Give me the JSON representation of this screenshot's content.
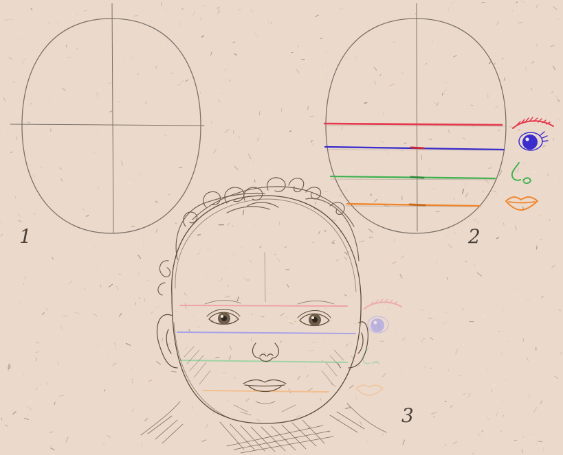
{
  "figure": {
    "step_labels": {
      "one": "1",
      "two": "2",
      "three": "3"
    },
    "paper_color": "#ebdacc",
    "pencil_color": "#7a7068",
    "sketch_color": "#5e4c3b",
    "guide_colors": {
      "eyebrow": "#e5384c",
      "eye": "#3a2dcc",
      "nose": "#3fb24f",
      "mouth": "#f0842a"
    },
    "faint_guide_colors": {
      "eyebrow": "#eea3a8",
      "eye": "#a9a2e6",
      "nose": "#9fd3a3",
      "mouth": "#f3be8e"
    },
    "icons": {
      "eyebrow": "eyebrow-icon",
      "eye": "eye-icon",
      "nose": "nose-icon",
      "mouth": "lips-icon"
    }
  }
}
